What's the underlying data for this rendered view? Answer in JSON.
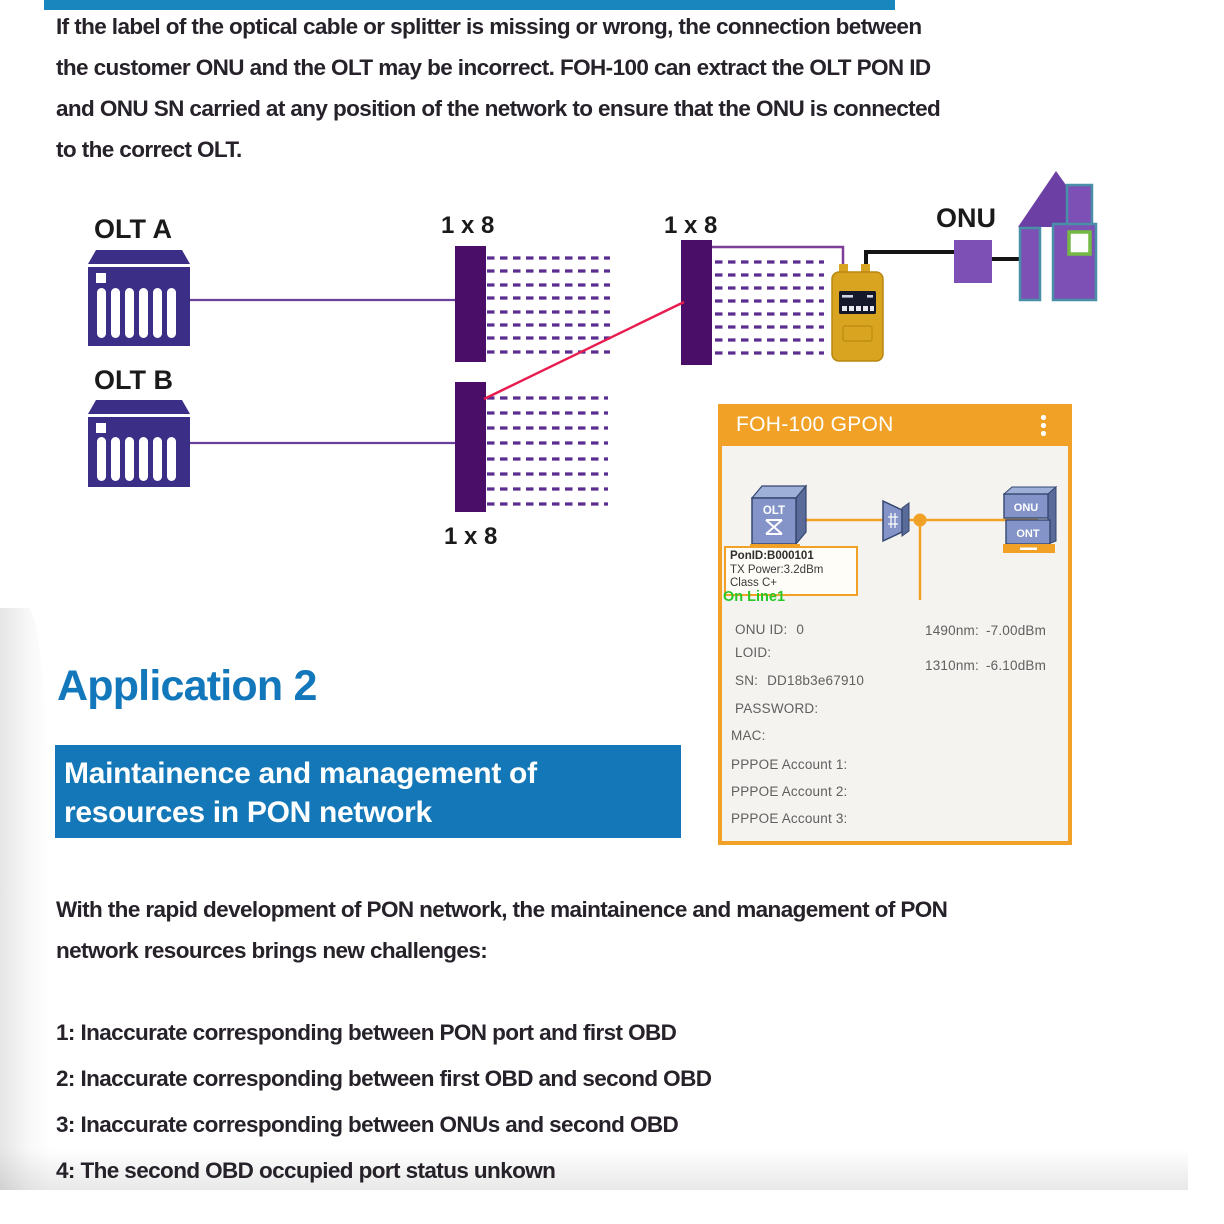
{
  "intro": {
    "lines": [
      "If the label of the optical cable or splitter is missing or wrong, the connection between",
      "the customer ONU and the OLT may be incorrect. FOH-100 can extract the OLT PON ID",
      "and ONU SN carried at any position of the network to ensure that the ONU is connected",
      "to the correct OLT."
    ]
  },
  "diagram": {
    "labels": {
      "olt_a": "OLT A",
      "olt_b": "OLT B",
      "splitter_top": "1 x 8",
      "splitter_mid": "1 x 8",
      "splitter_bottom": "1 x 8",
      "onu": "ONU"
    },
    "colors": {
      "olt_indigo": "#3b2e87",
      "splitter_purple": "#4a0e68",
      "dash_purple": "#5b2d90",
      "red_line": "#e81c4f",
      "device_yellow": "#d9a41f",
      "onu_purple": "#7d50b5",
      "house_outline_teal": "#4a8fa8",
      "window_green": "#74b944"
    }
  },
  "app": {
    "title": "FOH-100 GPON",
    "header_color": "#f0a126",
    "nodes": {
      "olt": "OLT",
      "onu": "ONU",
      "ont": "ONT"
    },
    "pon_box": {
      "line1": "PonID:B000101",
      "line2": "TX Power:3.2dBm",
      "line3": "Class C+"
    },
    "status": "On Line1",
    "status_color": "#28c828",
    "fields": [
      {
        "label": "ONU ID:",
        "value": "0"
      },
      {
        "label": "LOID:",
        "value": ""
      },
      {
        "label": "SN:",
        "value": "DD18b3e67910"
      },
      {
        "label": "PASSWORD:",
        "value": ""
      },
      {
        "label": "MAC:",
        "value": ""
      },
      {
        "label": "PPPOE Account 1:",
        "value": ""
      },
      {
        "label": "PPPOE Account 2:",
        "value": ""
      },
      {
        "label": "PPPOE Account 3:",
        "value": ""
      }
    ],
    "readings": [
      {
        "label": "1490nm:",
        "value": "-7.00dBm"
      },
      {
        "label": "1310nm:",
        "value": "-6.10dBm"
      }
    ]
  },
  "application2": {
    "heading": "Application 2",
    "heading_color": "#1378bb",
    "banner": {
      "line1": "Maintainence and management of",
      "line2": "resources in PON network",
      "bg_color": "#1478b8"
    }
  },
  "challenges": {
    "intro_lines": [
      "With the rapid development of PON network, the maintainence and management of PON",
      "network resources brings new challenges:"
    ],
    "items": [
      "1: Inaccurate corresponding between PON port and first OBD",
      "2: Inaccurate corresponding between first OBD and second OBD",
      "3: Inaccurate corresponding between ONUs and second OBD",
      "4: The second OBD occupied port status unkown"
    ]
  }
}
